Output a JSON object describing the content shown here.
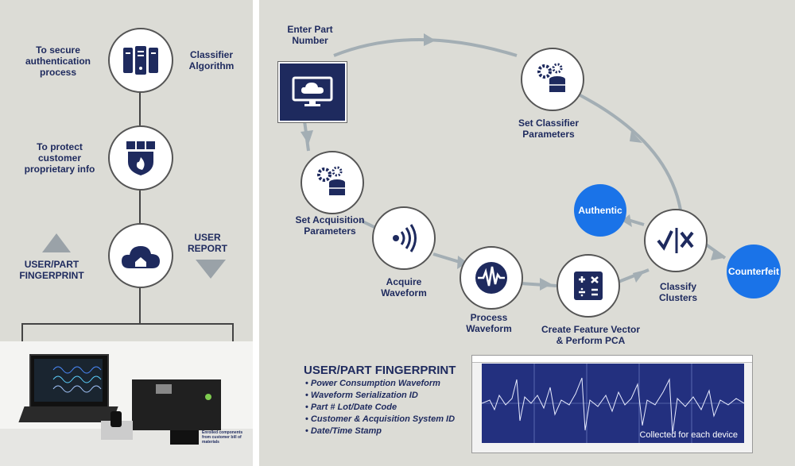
{
  "left": {
    "secure_label": "To secure authentication process",
    "classifier_label": "Classifier Algorithm",
    "protect_label": "To protect customer proprietary info",
    "fingerprint_label": "USER/PART FINGERPRINT",
    "report_label": "USER REPORT",
    "enrolled_label": "Enrolled components from customer bill of materials"
  },
  "flow": {
    "enter_part": "Enter Part Number",
    "set_classifier": "Set Classifier Parameters",
    "set_acquisition": "Set Acquisition Parameters",
    "acquire": "Acquire Waveform",
    "process": "Process Waveform",
    "feature": "Create Feature Vector & Perform PCA",
    "classify": "Classify Clusters",
    "authentic": "Authentic",
    "counterfeit": "Counterfeit"
  },
  "fingerprint": {
    "title": "USER/PART FINGERPRINT",
    "items": [
      "Power Consumption Waveform",
      "Waveform Serialization ID",
      "Part # Lot/Date Code",
      "Customer & Acquisition System ID",
      "Date/Time Stamp"
    ]
  },
  "waveform_caption": "Collected for each device",
  "colors": {
    "navy": "#1e2a5e",
    "blue": "#1a73e8",
    "panel": "#dcdcd6",
    "arrow": "#a3aeb4"
  }
}
